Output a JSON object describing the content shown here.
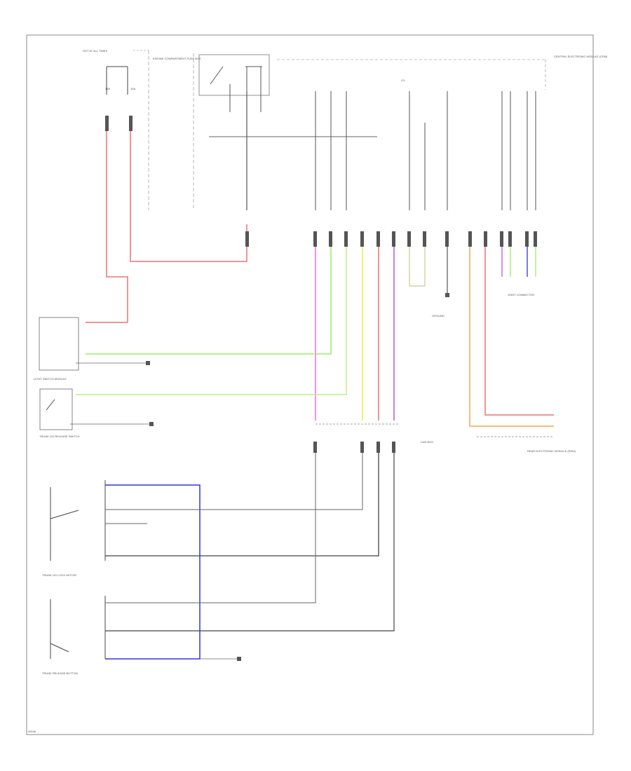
{
  "diagram": {
    "fuse_header": "HOT AT ALL TIMES",
    "fuse_block_label": "ENGINE COMPARTMENT FUSE BOX",
    "fuse_left": "15A",
    "fuse_right": "10A",
    "ground_label": "G1",
    "ecm_label": "CENTRAL ELECTRONIC MODULE (CEM)",
    "left_module_label": "LIGHT SWITCH MODULE",
    "trunk_lid_switch_label": "TRUNK LID RELEASE SWITCH",
    "lock_motor_label": "TRUNK LID LOCK MOTOR",
    "trunk_release_label": "TRUNK RELEASE BUTTON",
    "cem_ground_label": "GROUND",
    "vehicle_label": "CAN BUS",
    "joint_label": "JOINT CONNECTOR",
    "right_label": "REAR ELECTRONIC MODULE (REM)",
    "footer_code": "WD46",
    "wire_colors": {
      "red": "#f07070",
      "pink": "#ff66ff",
      "green": "#99ee66",
      "lightgreen": "#bbee88",
      "yellow": "#eeee44",
      "purple": "#bb55dd",
      "orange": "#eeaa55",
      "blue": "#3333dd",
      "dark": "#444444"
    }
  }
}
